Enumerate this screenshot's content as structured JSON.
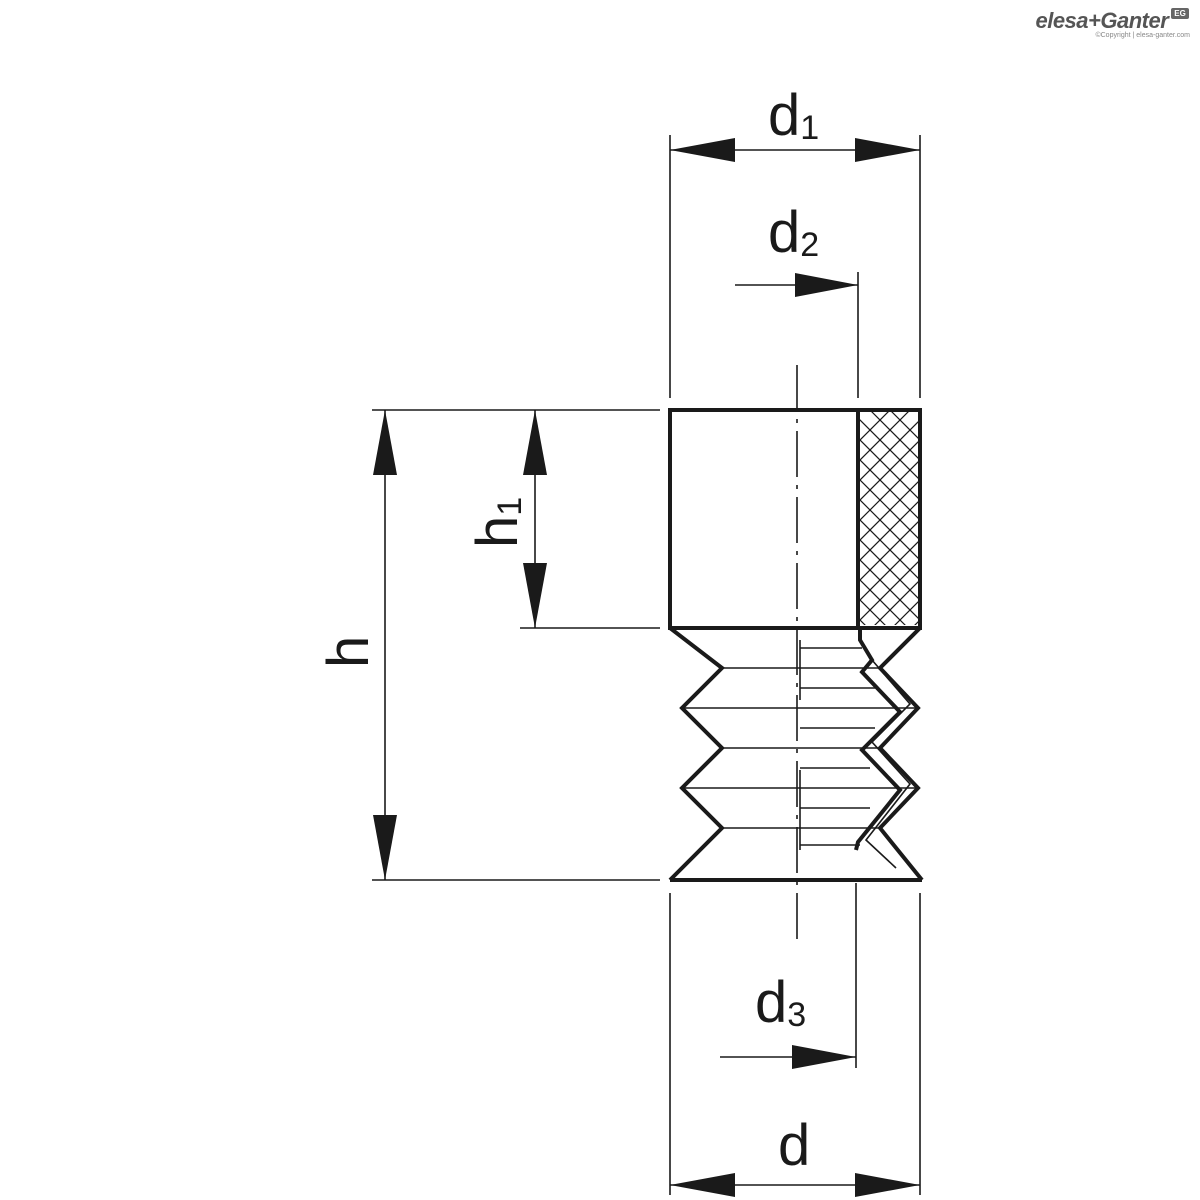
{
  "logo": {
    "text": "elesa+Ganter",
    "badge": "EG",
    "copyright": "©Copyright | elesa-ganter.com"
  },
  "dimensions": {
    "d1": {
      "main": "d",
      "sub": "1"
    },
    "d2": {
      "main": "d",
      "sub": "2"
    },
    "d3": {
      "main": "d",
      "sub": "3"
    },
    "d": {
      "main": "d"
    },
    "h": {
      "main": "h"
    },
    "h1": {
      "main": "h",
      "sub": "1"
    }
  }
}
